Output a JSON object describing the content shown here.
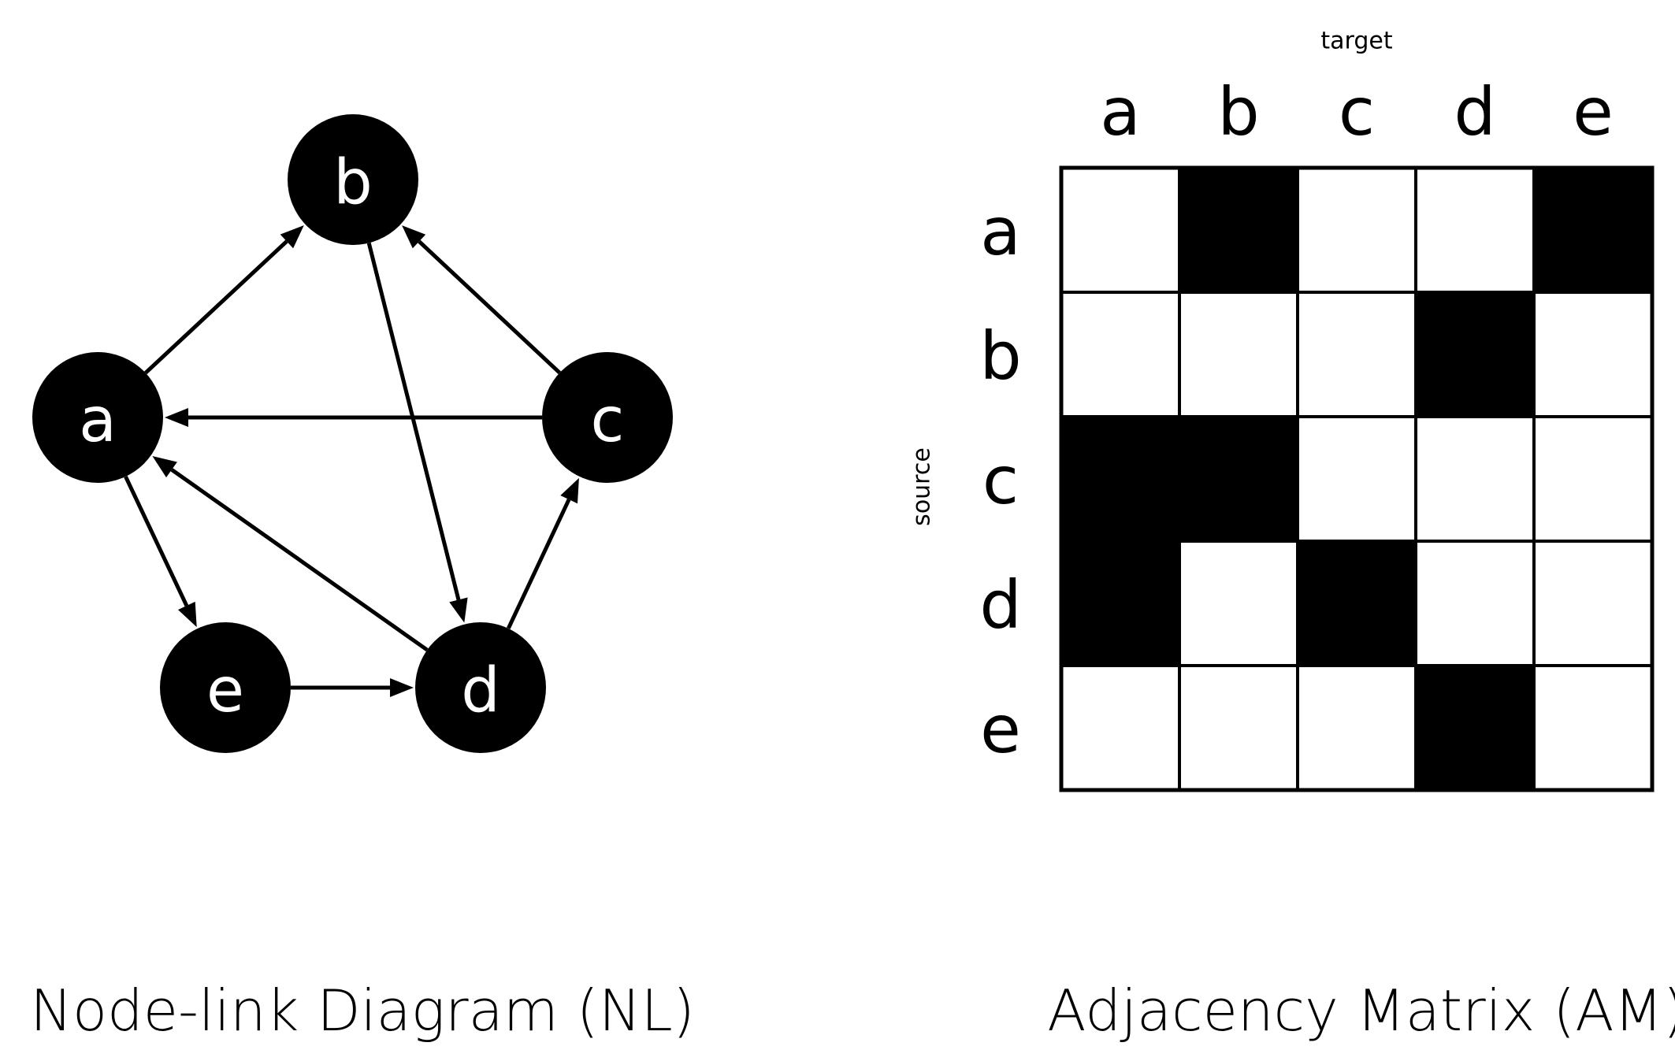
{
  "node_link": {
    "caption": "Node-link Diagram (NL)",
    "nodes": [
      {
        "id": "a",
        "label": "a"
      },
      {
        "id": "b",
        "label": "b"
      },
      {
        "id": "c",
        "label": "c"
      },
      {
        "id": "d",
        "label": "d"
      },
      {
        "id": "e",
        "label": "e"
      }
    ],
    "edges": [
      {
        "from": "a",
        "to": "b"
      },
      {
        "from": "c",
        "to": "b"
      },
      {
        "from": "c",
        "to": "a"
      },
      {
        "from": "b",
        "to": "d"
      },
      {
        "from": "d",
        "to": "a"
      },
      {
        "from": "d",
        "to": "c"
      },
      {
        "from": "a",
        "to": "e"
      },
      {
        "from": "e",
        "to": "d"
      }
    ]
  },
  "adjacency_matrix": {
    "caption": "Adjacency Matrix (AM)",
    "column_axis_title": "target",
    "row_axis_title": "source",
    "columns": [
      "a",
      "b",
      "c",
      "d",
      "e"
    ],
    "rows": [
      "a",
      "b",
      "c",
      "d",
      "e"
    ],
    "cells": [
      [
        0,
        1,
        0,
        0,
        1
      ],
      [
        0,
        0,
        0,
        1,
        0
      ],
      [
        1,
        1,
        0,
        0,
        0
      ],
      [
        1,
        0,
        1,
        0,
        0
      ],
      [
        0,
        0,
        0,
        1,
        0
      ]
    ],
    "colors": {
      "on": "#000000",
      "off": "#ffffff"
    }
  }
}
